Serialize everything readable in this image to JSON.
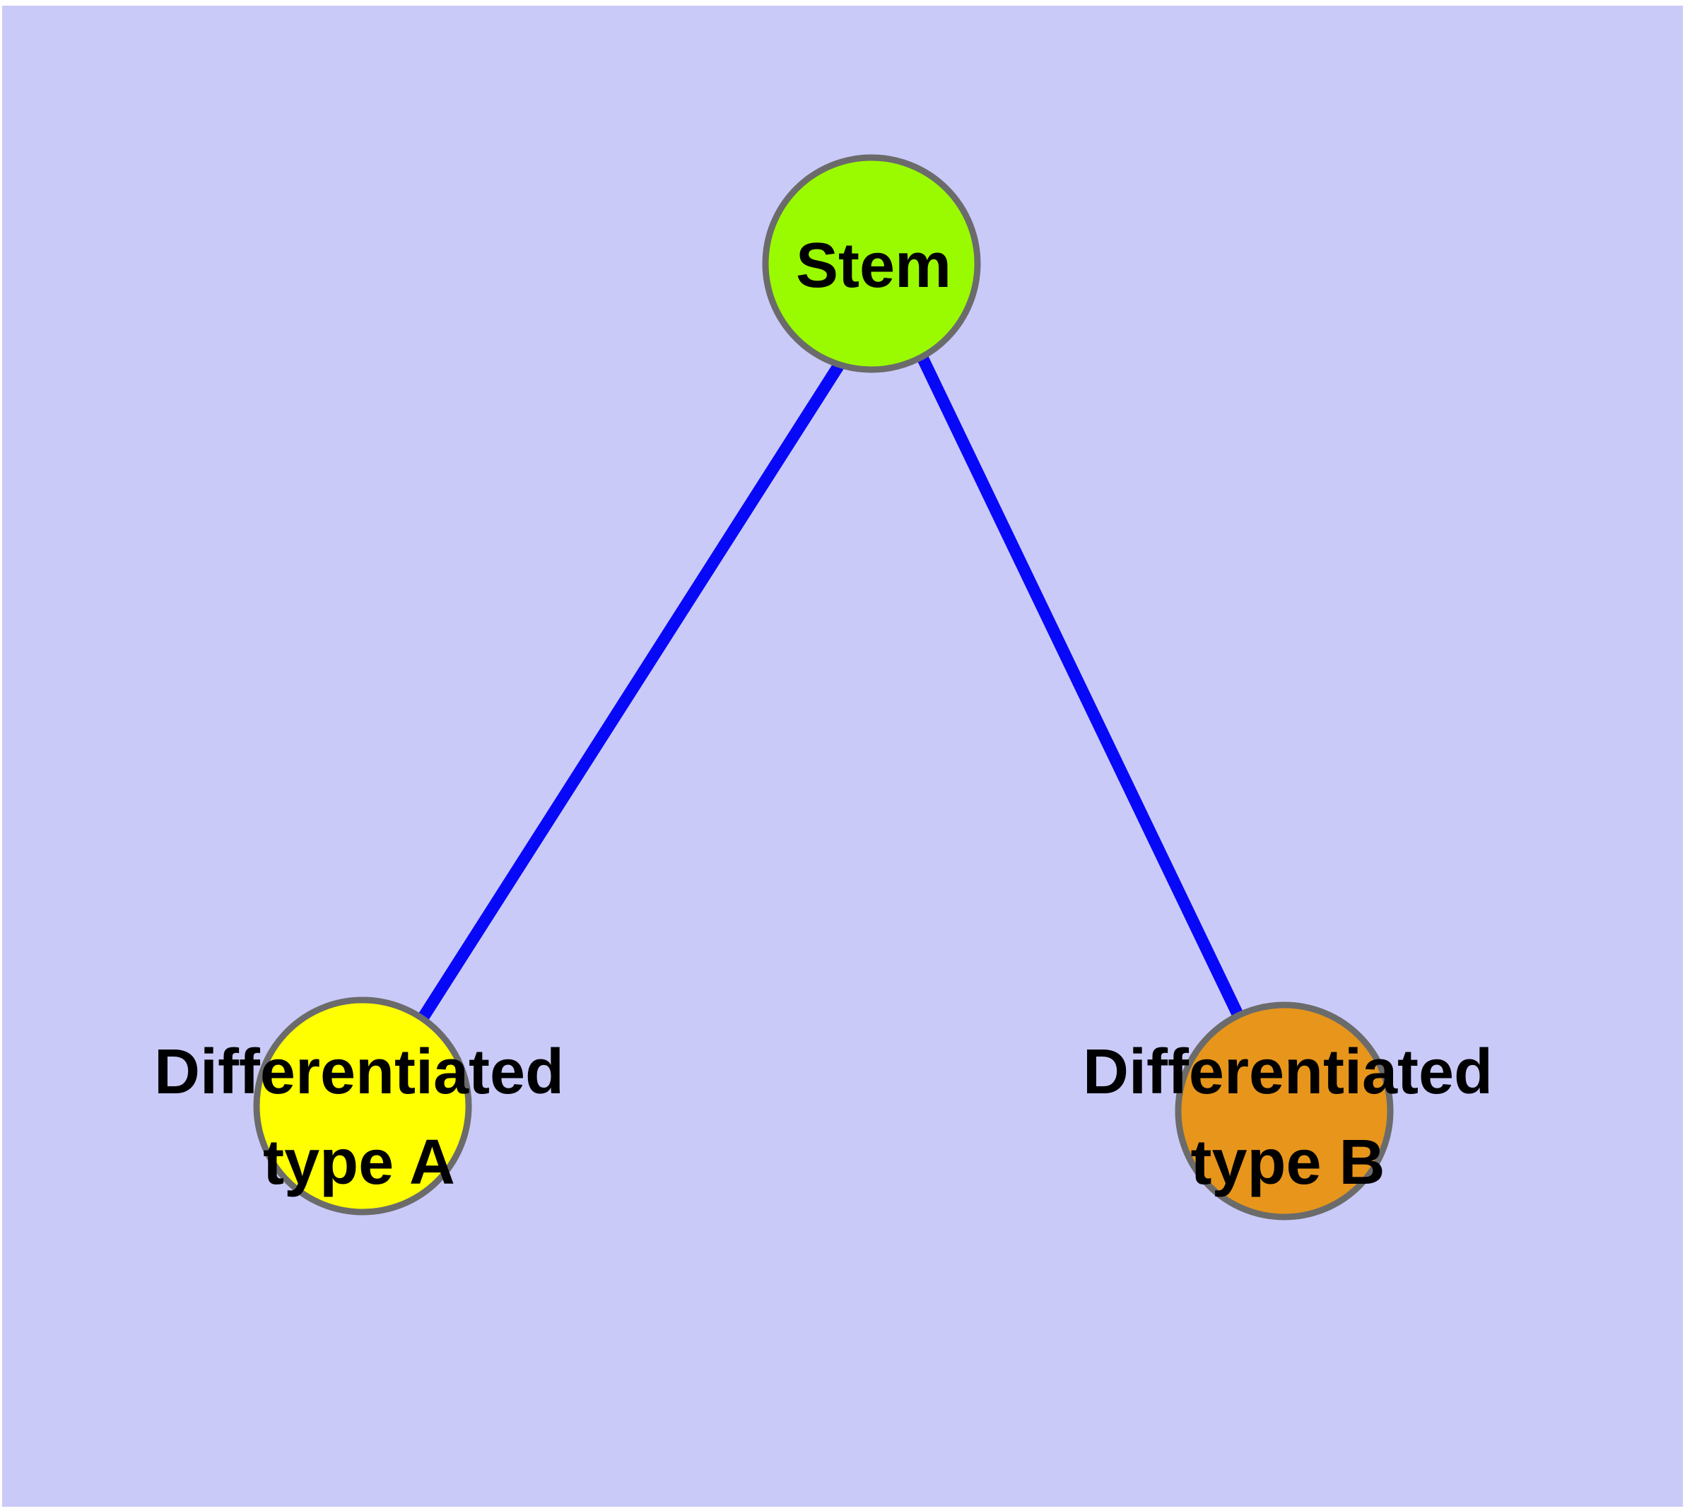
{
  "diagram": {
    "type": "node-link-graph",
    "background_color": "#cacaf9",
    "canvas_margin_color": "#ffffff",
    "edge_color": "#0808f8",
    "node_border_color": "#6b6b6b",
    "text_color": "#000000",
    "nodes": {
      "stem": {
        "id": "stem",
        "label": "Stem",
        "fill": "#9afb00"
      },
      "type_a": {
        "id": "type_a",
        "label": "Differentiated type A",
        "label_lines": [
          "Differentiated",
          "type A"
        ],
        "fill": "#ffff00"
      },
      "type_b": {
        "id": "type_b",
        "label": "Differentiated type B",
        "label_lines": [
          "Differentiated",
          "type B"
        ],
        "fill": "#e7961b"
      }
    },
    "edges": [
      {
        "from": "stem",
        "to": "type_a"
      },
      {
        "from": "stem",
        "to": "type_b"
      }
    ]
  }
}
